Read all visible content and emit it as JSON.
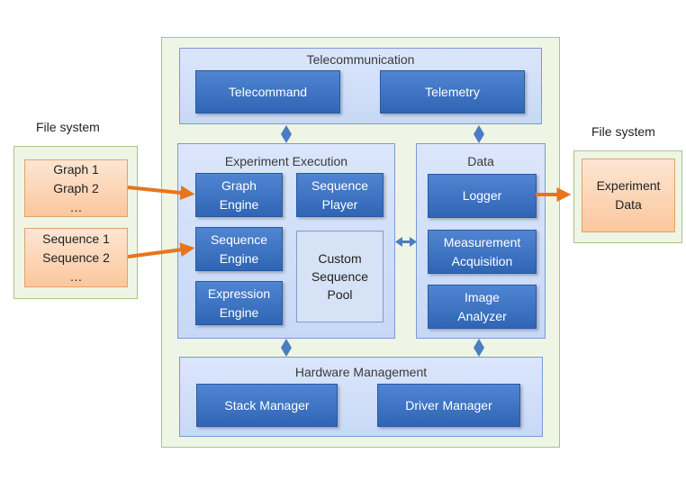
{
  "left_fs": {
    "label": "File system",
    "graph_files": "Graph 1\nGraph 2\n…",
    "sequence_files": "Sequence 1\nSequence 2\n…"
  },
  "right_fs": {
    "label": "File system",
    "experiment_data": "Experiment\nData"
  },
  "telecommunication": {
    "title": "Telecommunication",
    "telecommand": "Telecommand",
    "telemetry": "Telemetry"
  },
  "experiment_execution": {
    "title": "Experiment Execution",
    "graph_engine": "Graph\nEngine",
    "sequence_player": "Sequence\nPlayer",
    "sequence_engine": "Sequence\nEngine",
    "custom_sequence_pool": "Custom\nSequence\nPool",
    "expression_engine": "Expression\nEngine"
  },
  "data": {
    "title": "Data",
    "logger": "Logger",
    "measurement_acquisition": "Measurement\nAcquisition",
    "image_analyzer": "Image\nAnalyzer"
  },
  "hardware_management": {
    "title": "Hardware Management",
    "stack_manager": "Stack Manager",
    "driver_manager": "Driver Manager"
  },
  "colors": {
    "arrow_orange": "#e8741c",
    "connector_blue": "#4a7dc2",
    "module_blue": "#3a72c2"
  }
}
